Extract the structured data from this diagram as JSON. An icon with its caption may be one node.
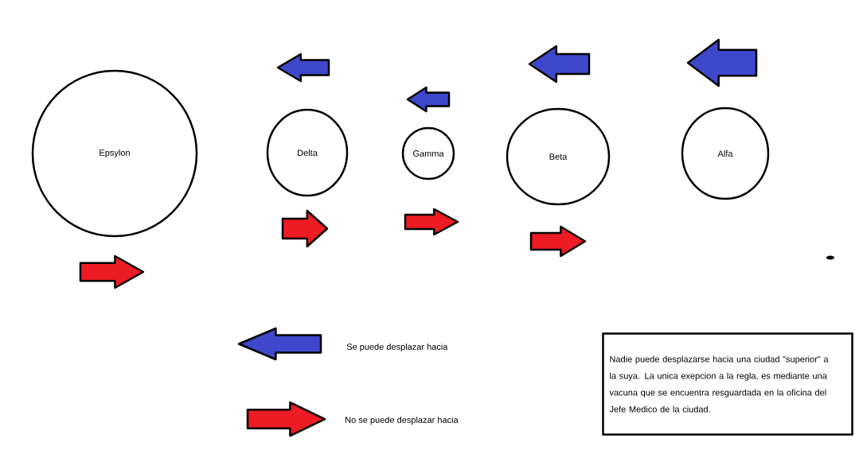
{
  "diagram": {
    "nodes": [
      {
        "text": [
          "Epsylon"
        ]
      },
      {
        "text": [
          "Delta"
        ]
      },
      {
        "text": [
          "Gamma"
        ]
      },
      {
        "text": [
          "Beta"
        ]
      },
      {
        "text": [
          "Alfa"
        ]
      },
      {
        "text": [
          "Nadie puede desplazarse hacia una ciudad \"superior\" a la suya. La unica exepcion a la regla, es mediante una vacuna que se encuentra resguardada en la oficina del Jefe Medico de la ciudad."
        ]
      }
    ],
    "legend": [
      {
        "text": "Se puede desplazar hacia"
      },
      {
        "text": "No se puede desplazar hacia"
      }
    ]
  }
}
